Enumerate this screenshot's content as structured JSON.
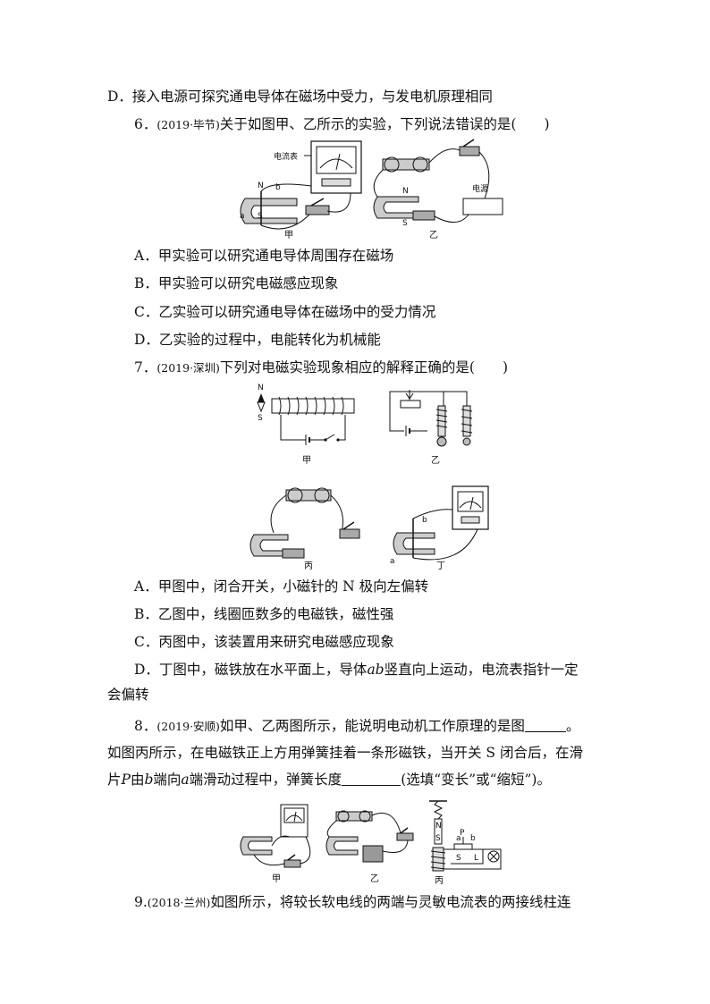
{
  "lines": {
    "q5_d": "D．接入电源可探究通电导体在磁场中受力，与发电机原理相同",
    "q6_num": "6．",
    "q6_src": "(2019·毕节)",
    "q6_text": "关于如图甲、乙所示的实验，下列说法错误的是(　　)",
    "q6_a": "A．甲实验可以研究通电导体周围存在磁场",
    "q6_b": "B．甲实验可以研究电磁感应现象",
    "q6_c": "C．乙实验可以研究通电导体在磁场中的受力情况",
    "q6_d": "D．乙实验的过程中，电能转化为机械能",
    "q7_num": "7．",
    "q7_src": "(2019·深圳)",
    "q7_text": "下列对电磁实验现象相应的解释正确的是(　　)",
    "q7_a": "A．甲图中，闭合开关，小磁针的 N 极向左偏转",
    "q7_b": "B．乙图中，线圈匝数多的电磁铁，磁性强",
    "q7_c": "C．丙图中，该装置用来研究电磁感应现象",
    "q7_d1": "D．丁图中，磁铁放在水平面上，导体",
    "q7_d_ab": "ab",
    "q7_d2": "竖直向上运动，电流表指针一定",
    "q7_d3": "会偏转",
    "q8_num": "8．",
    "q8_src": "(2019·安顺)",
    "q8_l1a": "如甲、乙两图所示，能说明电动机工作原理的是图",
    "q8_l1b": "。",
    "q8_l2": "如图丙所示，在电磁铁正上方用弹簧挂着一条形磁铁，当开关 S 闭合后，在滑",
    "q8_l3a": "片",
    "q8_l3_P": "P",
    "q8_l3b": "由",
    "q8_l3_b": "b",
    "q8_l3c": "端向",
    "q8_l3_a": "a",
    "q8_l3d": "端滑动过程中，弹簧长度",
    "q8_l3e": "(选填“变长”或“缩短”)。",
    "q9_num": "9.",
    "q9_src": "(2018·兰州)",
    "q9_text": "如图所示，将较长软电线的两端与灵敏电流表的两接线柱连"
  },
  "figures": {
    "q6": {
      "jia": "甲",
      "yi": "乙",
      "ammeter": "电流表",
      "power": "电源",
      "n": "N",
      "s": "S",
      "a": "a",
      "b": "b"
    },
    "q7": {
      "jia": "甲",
      "yi": "乙",
      "bing": "丙",
      "ding": "丁",
      "n": "N",
      "s": "S",
      "a": "a",
      "b": "b"
    },
    "q8": {
      "jia": "甲",
      "yi": "乙",
      "bing": "丙",
      "n": "N",
      "s": "S",
      "s_switch": "S",
      "a": "a",
      "b": "b",
      "p": "P",
      "l": "L"
    }
  }
}
